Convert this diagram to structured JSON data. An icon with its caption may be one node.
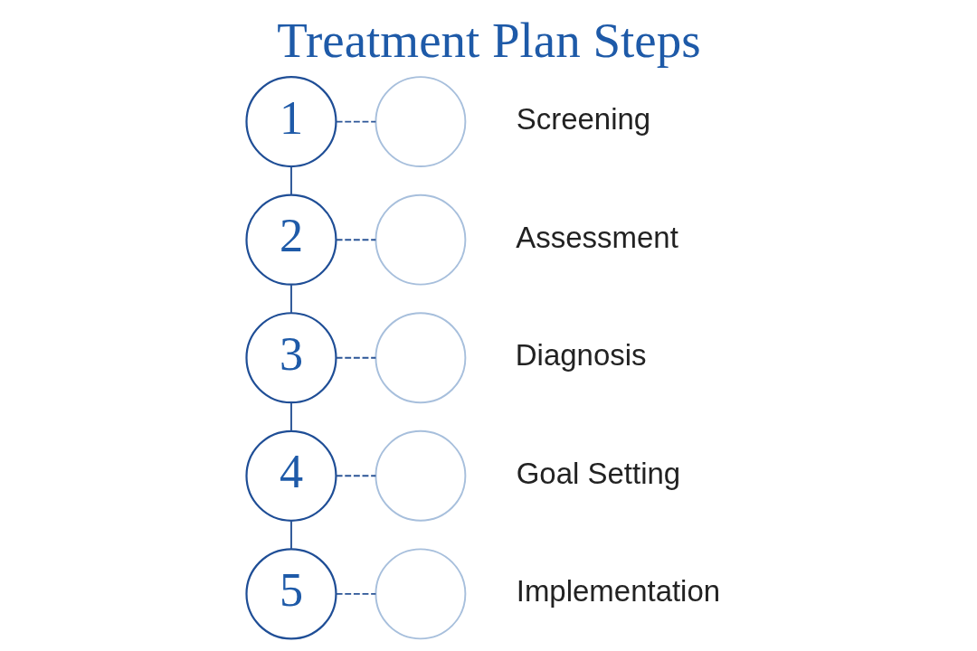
{
  "diagram": {
    "title": "Treatment Plan Steps",
    "nodes": [
      {
        "text": [
          "1"
        ]
      },
      {
        "text": [],
        "shape": "circle",
        "beside": [
          "Screening"
        ]
      },
      {
        "text": [
          "2"
        ]
      },
      {
        "text": [],
        "shape": "circle",
        "beside": [
          "Assessment"
        ]
      },
      {
        "text": [
          "3"
        ]
      },
      {
        "text": [],
        "shape": "circle",
        "beside": [
          "Diagnosis"
        ]
      },
      {
        "text": [
          "4"
        ]
      },
      {
        "text": [],
        "shape": "circle",
        "beside": [
          "Goal Setting"
        ]
      },
      {
        "text": [
          "5"
        ]
      },
      {
        "text": [],
        "shape": "circle",
        "beside": [
          "Implementation"
        ]
      }
    ],
    "edges": [
      {
        "from": 0,
        "to": 1,
        "arrow": "none",
        "style": "dashed"
      },
      {
        "from": 0,
        "to": 2,
        "arrow": "none"
      },
      {
        "from": 2,
        "to": 3,
        "arrow": "none",
        "style": "dashed"
      },
      {
        "from": 2,
        "to": 4,
        "arrow": "none"
      },
      {
        "from": 4,
        "to": 5,
        "arrow": "none",
        "style": "dashed"
      },
      {
        "from": 4,
        "to": 6,
        "arrow": "none"
      },
      {
        "from": 6,
        "to": 7,
        "arrow": "none",
        "style": "dashed"
      },
      {
        "from": 6,
        "to": 8,
        "arrow": "none"
      },
      {
        "from": 8,
        "to": 9,
        "arrow": "none",
        "style": "dashed"
      }
    ]
  }
}
